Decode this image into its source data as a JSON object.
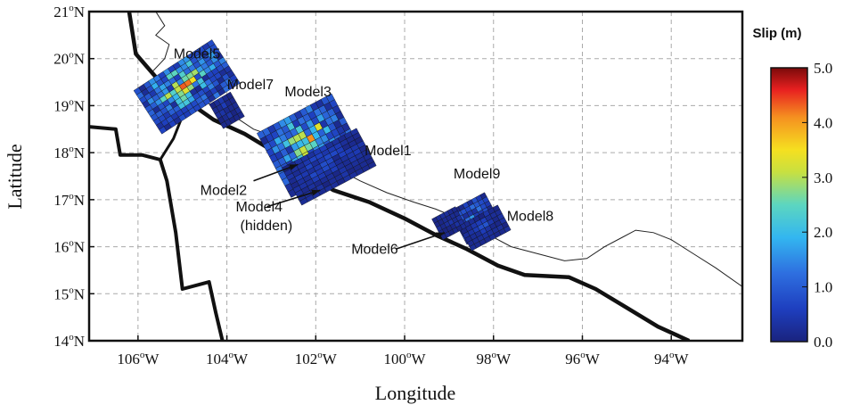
{
  "figure": {
    "xlabel": "Longitude",
    "ylabel": "Latitude",
    "lon_range": [
      -107.1,
      -92.4
    ],
    "lat_range": [
      14,
      21
    ]
  },
  "x_ticks": [
    {
      "value": -106,
      "label": "106oW"
    },
    {
      "value": -104,
      "label": "104oW"
    },
    {
      "value": -102,
      "label": "102oW"
    },
    {
      "value": -100,
      "label": "100oW"
    },
    {
      "value": -98,
      "label": "98oW"
    },
    {
      "value": -96,
      "label": "96oW"
    },
    {
      "value": -94,
      "label": "94oW"
    }
  ],
  "y_ticks": [
    {
      "value": 14,
      "label": "14oN"
    },
    {
      "value": 15,
      "label": "15oN"
    },
    {
      "value": 16,
      "label": "16oN"
    },
    {
      "value": 17,
      "label": "17oN"
    },
    {
      "value": 18,
      "label": "18oN"
    },
    {
      "value": 19,
      "label": "19oN"
    },
    {
      "value": 20,
      "label": "20oN"
    },
    {
      "value": 21,
      "label": "21oN"
    }
  ],
  "colorbar": {
    "title": "Slip (m)",
    "min": 0.0,
    "max": 5.0,
    "ticks": [
      "0.0",
      "1.0",
      "2.0",
      "3.0",
      "4.0",
      "5.0"
    ]
  },
  "models": [
    {
      "name": "Model5",
      "label": "Model5",
      "center": [
        -104.9,
        19.4
      ],
      "rows": 10,
      "cols": 16,
      "length_deg": 2.1,
      "width_deg": 1.1,
      "angle_deg": -33,
      "slip_max": 5.0
    },
    {
      "name": "Model7",
      "label": "Model7",
      "center": [
        -104.0,
        18.9
      ],
      "rows": 5,
      "cols": 5,
      "length_deg": 0.55,
      "width_deg": 0.6,
      "angle_deg": -30,
      "slip_max": 0.8
    },
    {
      "name": "Model3",
      "label": "Model3",
      "center": [
        -102.1,
        18.15
      ],
      "rows": 11,
      "cols": 14,
      "length_deg": 1.9,
      "width_deg": 1.55,
      "angle_deg": -28,
      "slip_max": 4.5
    },
    {
      "name": "Model1",
      "label": "Model1",
      "center": [
        -101.7,
        17.7
      ],
      "rows": 9,
      "cols": 12,
      "length_deg": 1.9,
      "width_deg": 0.9,
      "angle_deg": -28,
      "slip_max": 1.2
    },
    {
      "name": "Model9",
      "label": "Model9",
      "center": [
        -98.4,
        16.6
      ],
      "rows": 8,
      "cols": 8,
      "length_deg": 0.9,
      "width_deg": 0.8,
      "angle_deg": -28,
      "slip_max": 2.5
    },
    {
      "name": "Model8",
      "label": "Model8",
      "center": [
        -98.2,
        16.4
      ],
      "rows": 6,
      "cols": 8,
      "length_deg": 1.0,
      "width_deg": 0.6,
      "angle_deg": -28,
      "slip_max": 1.0
    },
    {
      "name": "Model6",
      "label": "Model6",
      "center": [
        -99.0,
        16.5
      ],
      "rows": 5,
      "cols": 6,
      "length_deg": 0.6,
      "width_deg": 0.5,
      "angle_deg": -28,
      "slip_max": 0.8
    }
  ],
  "annotations": [
    {
      "name": "Model5",
      "text": "Model5",
      "at": [
        -105.2,
        20.0
      ]
    },
    {
      "name": "Model7",
      "text": "Model7",
      "at": [
        -104.0,
        19.35
      ]
    },
    {
      "name": "Model3",
      "text": "Model3",
      "at": [
        -102.7,
        19.2
      ]
    },
    {
      "name": "Model1",
      "text": "Model1",
      "at": [
        -100.9,
        17.95
      ]
    },
    {
      "name": "Model9",
      "text": "Model9",
      "at": [
        -98.9,
        17.45
      ]
    },
    {
      "name": "Model8",
      "text": "Model8",
      "at": [
        -97.7,
        16.55
      ]
    },
    {
      "name": "Model2",
      "text": "Model2",
      "at": [
        -104.6,
        17.1
      ]
    },
    {
      "name": "Model4",
      "text": "Model4",
      "at": [
        -103.8,
        16.75
      ]
    },
    {
      "name": "Model4-sub",
      "text": "(hidden)",
      "at": [
        -103.7,
        16.35
      ]
    },
    {
      "name": "Model6",
      "text": "Model6",
      "at": [
        -101.2,
        15.85
      ]
    }
  ],
  "arrows": [
    {
      "name": "Model2",
      "from": [
        -103.4,
        17.4
      ],
      "to": [
        -102.4,
        17.75
      ]
    },
    {
      "name": "Model4",
      "from": [
        -103.1,
        16.85
      ],
      "to": [
        -101.9,
        17.2
      ]
    },
    {
      "name": "Model6",
      "from": [
        -100.2,
        15.95
      ],
      "to": [
        -99.1,
        16.3
      ]
    }
  ],
  "coastline": [
    [
      -105.6,
      21.0
    ],
    [
      -105.4,
      20.7
    ],
    [
      -105.6,
      20.5
    ],
    [
      -105.3,
      20.3
    ],
    [
      -105.4,
      20.0
    ],
    [
      -105.7,
      19.7
    ],
    [
      -105.2,
      19.4
    ],
    [
      -104.8,
      19.2
    ],
    [
      -104.3,
      19.0
    ],
    [
      -103.8,
      18.75
    ],
    [
      -103.4,
      18.5
    ],
    [
      -102.8,
      18.3
    ],
    [
      -102.2,
      18.05
    ],
    [
      -101.6,
      17.7
    ],
    [
      -101.0,
      17.4
    ],
    [
      -100.4,
      17.15
    ],
    [
      -99.8,
      16.95
    ],
    [
      -99.3,
      16.8
    ],
    [
      -98.8,
      16.6
    ],
    [
      -98.2,
      16.3
    ],
    [
      -97.6,
      16.0
    ],
    [
      -97.0,
      15.85
    ],
    [
      -96.4,
      15.7
    ],
    [
      -95.9,
      15.75
    ],
    [
      -95.5,
      16.0
    ],
    [
      -95.1,
      16.2
    ],
    [
      -94.8,
      16.35
    ],
    [
      -94.4,
      16.3
    ],
    [
      -94.0,
      16.15
    ],
    [
      -93.5,
      15.85
    ],
    [
      -93.0,
      15.55
    ],
    [
      -92.4,
      15.15
    ]
  ],
  "trench": [
    [
      -106.2,
      21.0
    ],
    [
      -106.05,
      20.1
    ],
    [
      -105.5,
      19.5
    ],
    [
      -104.9,
      19.1
    ],
    [
      -104.3,
      18.7
    ],
    [
      -103.6,
      18.4
    ],
    [
      -102.9,
      18.0
    ],
    [
      -102.2,
      17.55
    ],
    [
      -101.6,
      17.2
    ],
    [
      -100.8,
      16.95
    ],
    [
      -100.0,
      16.6
    ],
    [
      -99.3,
      16.25
    ],
    [
      -98.6,
      15.95
    ],
    [
      -97.9,
      15.6
    ],
    [
      -97.3,
      15.4
    ],
    [
      -96.3,
      15.35
    ],
    [
      -95.7,
      15.1
    ],
    [
      -95.0,
      14.7
    ],
    [
      -94.3,
      14.3
    ],
    [
      -93.6,
      14.0
    ]
  ],
  "plate_boundary": [
    [
      -107.1,
      18.55
    ],
    [
      -106.5,
      18.5
    ],
    [
      -106.4,
      17.95
    ],
    [
      -105.9,
      17.95
    ],
    [
      -105.5,
      17.85
    ],
    [
      -105.35,
      17.4
    ],
    [
      -105.15,
      16.3
    ],
    [
      -105.0,
      15.1
    ],
    [
      -104.4,
      15.25
    ],
    [
      -104.25,
      14.6
    ],
    [
      -104.1,
      14.0
    ]
  ],
  "branch": [
    [
      -105.5,
      17.85
    ],
    [
      -105.2,
      18.3
    ],
    [
      -104.95,
      18.9
    ]
  ]
}
